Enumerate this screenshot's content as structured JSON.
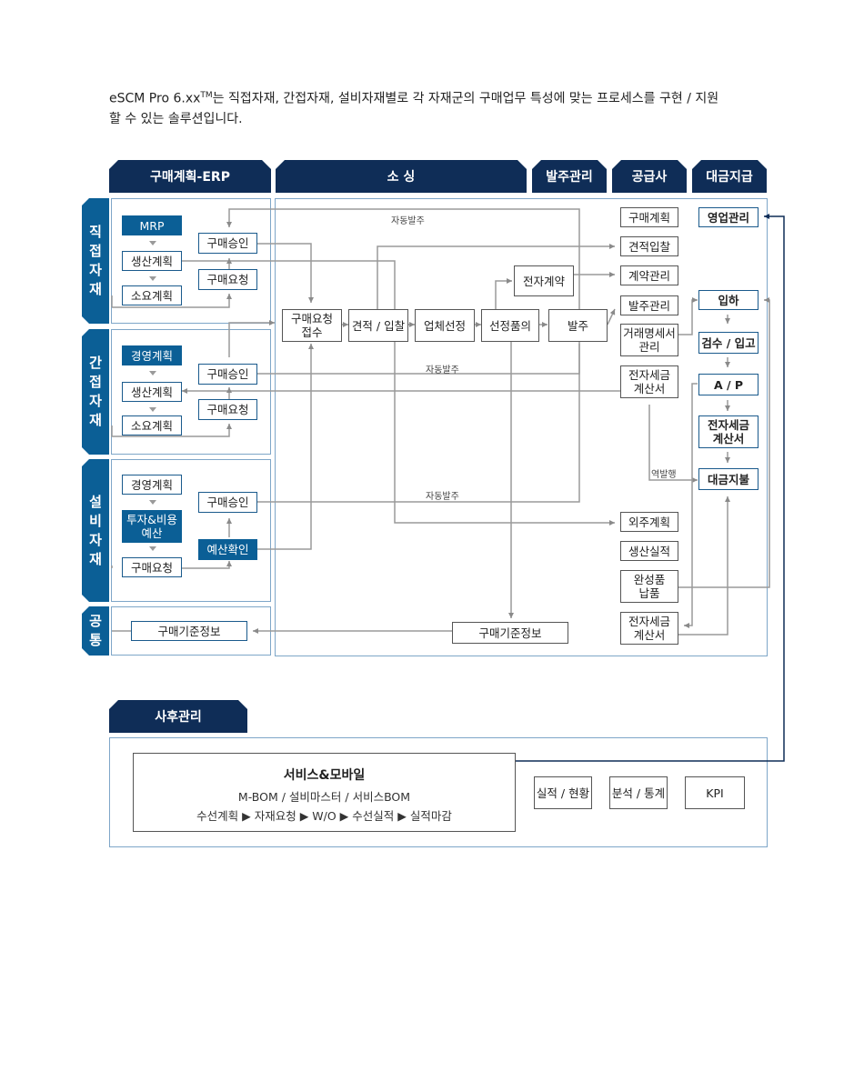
{
  "intro": {
    "line1_a": "eSCM Pro 6.xx",
    "tm": "TM",
    "line1_b": "는 직접자재, 간접자재, 설비자재별로 각 자재군의 구매업무 특성에 맞는 프로세스를 구현 / 지원",
    "line2": "할 수 있는 솔루션입니다."
  },
  "headers": {
    "plan": "구매계획-ERP",
    "sourcing": "소 싱",
    "order": "발주관리",
    "supplier": "공급사",
    "payment": "대금지급",
    "aftercare": "사후관리"
  },
  "sides": {
    "direct": "직\n접\n자\n재",
    "indirect": "간\n접\n자\n재",
    "equipment": "설\n비\n자\n재",
    "common": "공\n통"
  },
  "direct": {
    "mrp": "MRP",
    "production_plan": "생산계획",
    "requirement_plan": "소요계획",
    "approval": "구매승인",
    "request": "구매요청"
  },
  "indirect": {
    "management_plan": "경영계획",
    "production_plan": "생산계획",
    "requirement_plan": "소요계획",
    "approval": "구매승인",
    "request": "구매요청"
  },
  "equipment": {
    "management_plan": "경영계획",
    "investment_budget": "투자&비용\n예산",
    "request": "구매요청",
    "approval": "구매승인",
    "budget_check": "예산확인"
  },
  "common": {
    "standard_info_left": "구매기준정보",
    "standard_info_right": "구매기준정보"
  },
  "sourcing": {
    "receipt": "구매요청\n접수",
    "quote": "견적 / 입찰",
    "vendor": "업체선정",
    "item": "선정품의",
    "econtract": "전자계약",
    "po": "발주"
  },
  "supplier": {
    "plan": "구매계획",
    "quote_bid": "견적입찰",
    "contract": "계약관리",
    "order": "발주관리",
    "statement": "거래명세서\n관리",
    "tax_invoice": "전자세금\n계산서",
    "outsourcing": "외주계획",
    "production_result": "생산실적",
    "delivery": "완성품\n납품",
    "tax_invoice2": "전자세금\n계산서"
  },
  "payment": {
    "sales": "영업관리",
    "receiving": "입하",
    "inspection": "검수 / 입고",
    "ap": "A / P",
    "tax_invoice": "전자세금\n계산서",
    "pay": "대금지불"
  },
  "labels": {
    "auto_order_1": "자동발주",
    "auto_order_2": "자동발주",
    "auto_order_3": "자동발주",
    "reverse_issue": "역발행"
  },
  "aftercare": {
    "title": "서비스&모바일",
    "line1": "M-BOM / 설비마스터 / 서비스BOM",
    "line2": "수선계획 ▶ 자재요청 ▶ W/O ▶ 수선실적 ▶ 실적마감",
    "results": "실적 / 현황",
    "analysis": "분석 / 통계",
    "kpi": "KPI"
  },
  "colors": {
    "navy": "#0f2d57",
    "blue": "#0b5f96",
    "panel_border": "#7ea6c8",
    "wire": "#9a9a9a"
  }
}
